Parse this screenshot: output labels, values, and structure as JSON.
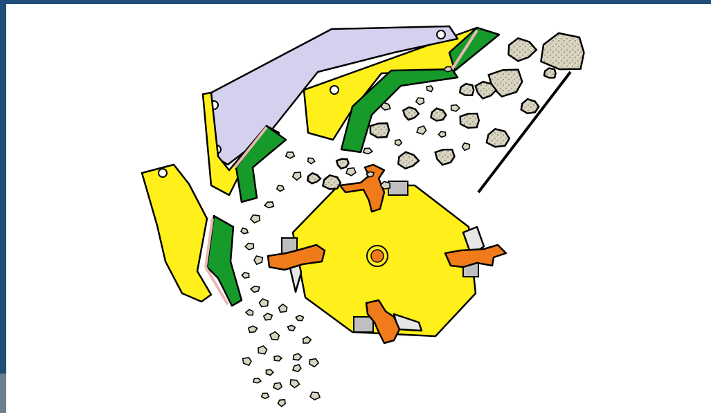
{
  "colors": {
    "frame": "#1f4e79",
    "frame_lower": "#6d7f8e",
    "background": "#ffffff",
    "body_yellow": "#ffef1a",
    "liner_green": "#169a2a",
    "liner_pink": "#e8b7b2",
    "arm_lavender": "#d3d1ee",
    "hammer_orange": "#f07b1a",
    "holder_grey": "#bfbfbf",
    "rock_fill": "#d8d4c0"
  },
  "components": [
    "crusher-frame",
    "rotor",
    "hammers",
    "breaker-plates",
    "swing-arm",
    "feed-chute",
    "rock-particles"
  ]
}
